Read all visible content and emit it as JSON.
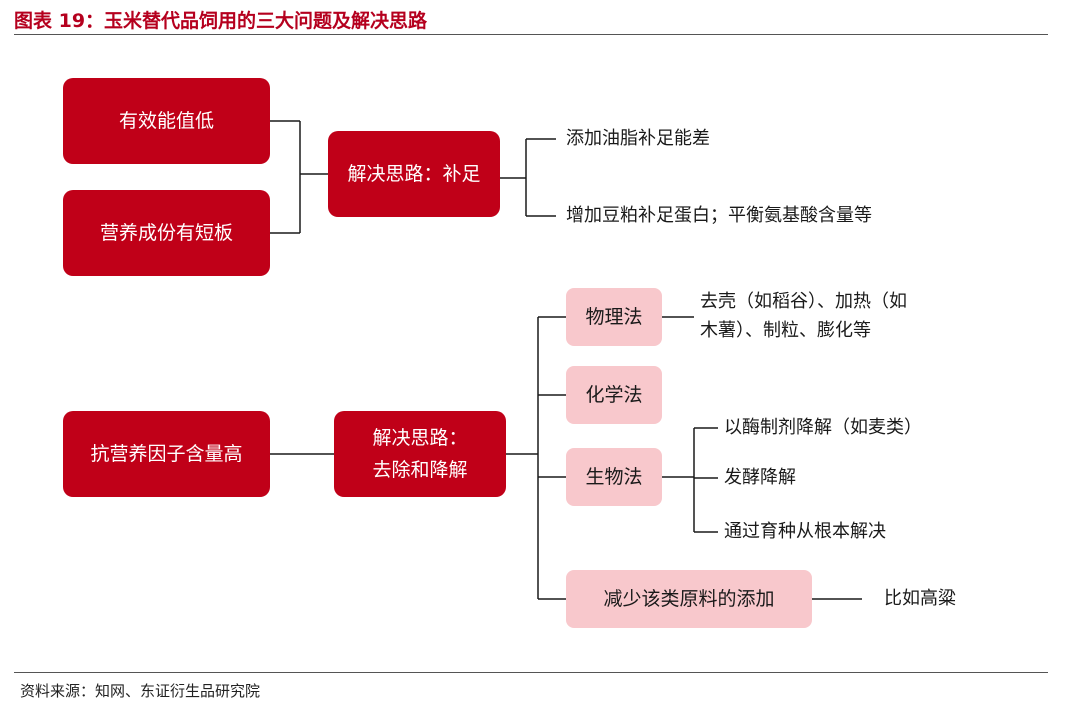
{
  "title": "图表 19：玉米替代品饲用的三大问题及解决思路",
  "problems": [
    {
      "label": "有效能值低"
    },
    {
      "label": "营养成份有短板"
    },
    {
      "label": "抗营养因子含量高"
    }
  ],
  "solutions": [
    {
      "label": "解决思路：补足"
    },
    {
      "line1": "解决思路：",
      "line2": "去除和降解"
    }
  ],
  "supplement_items": [
    "添加油脂补足能差",
    "增加豆粕补足蛋白；平衡氨基酸含量等"
  ],
  "methods": [
    {
      "label": "物理法",
      "details": [
        "去壳（如稻谷）、加热（如",
        "木薯）、制粒、膨化等"
      ]
    },
    {
      "label": "化学法"
    },
    {
      "label": "生物法",
      "details": [
        "以酶制剂降解（如麦类）",
        "发酵降解",
        "通过育种从根本解决"
      ]
    },
    {
      "label": "减少该类原料的添加",
      "details": [
        "比如高粱"
      ]
    }
  ],
  "source": "资料来源：知网、东证衍生品研究院",
  "colors": {
    "dark_box": "#c00018",
    "light_box": "#f8c8cc",
    "title": "#b5001e"
  }
}
